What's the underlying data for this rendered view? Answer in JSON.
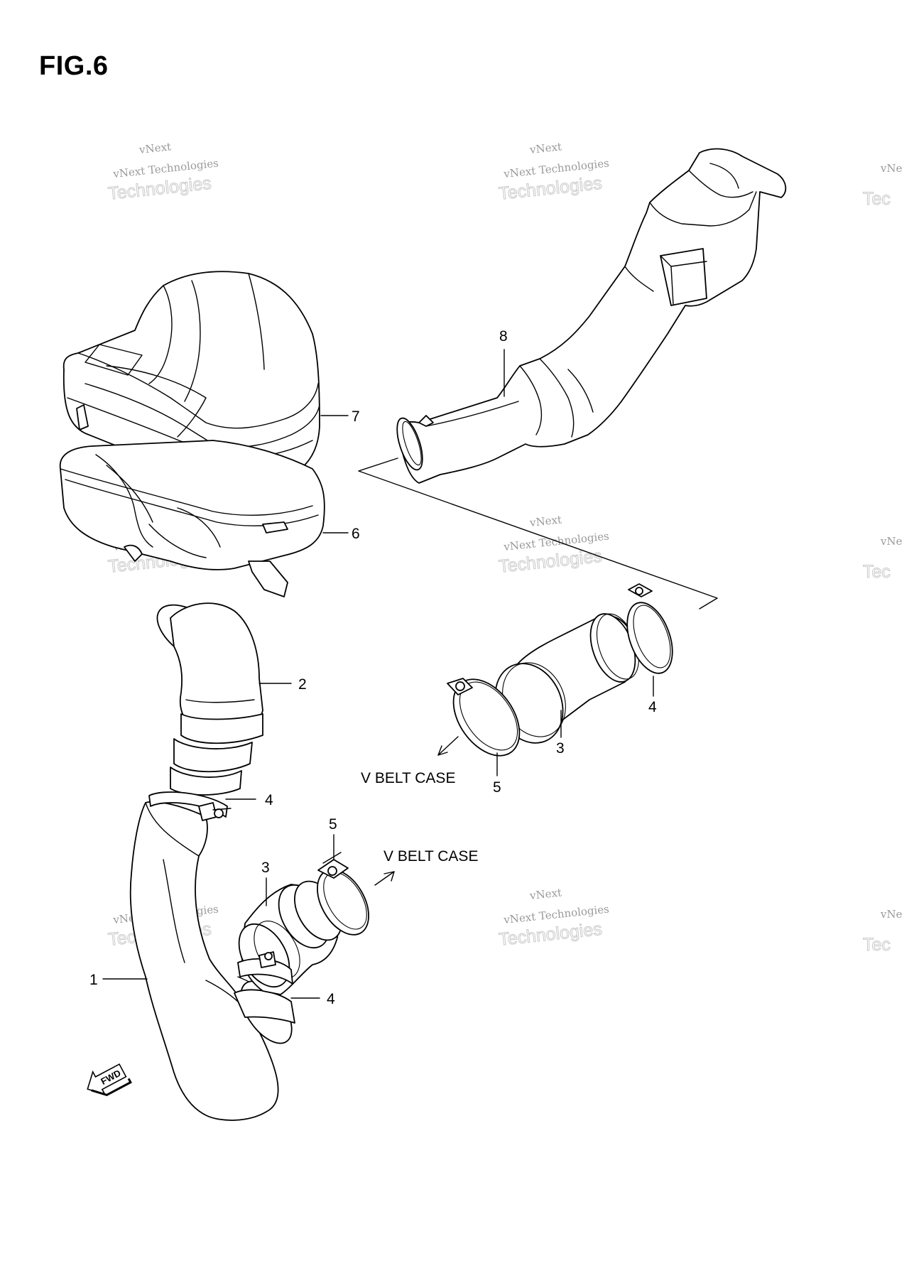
{
  "figure": {
    "title": "FIG.6"
  },
  "callouts": [
    {
      "id": "callout-1",
      "number": "1"
    },
    {
      "id": "callout-2",
      "number": "2"
    },
    {
      "id": "callout-3-lower",
      "number": "3"
    },
    {
      "id": "callout-3-upper",
      "number": "3"
    },
    {
      "id": "callout-4-lower",
      "number": "4"
    },
    {
      "id": "callout-4-middle",
      "number": "4"
    },
    {
      "id": "callout-4-upper",
      "number": "4"
    },
    {
      "id": "callout-5-lower",
      "number": "5"
    },
    {
      "id": "callout-5-upper",
      "number": "5"
    },
    {
      "id": "callout-6",
      "number": "6"
    },
    {
      "id": "callout-7",
      "number": "7"
    },
    {
      "id": "callout-8",
      "number": "8"
    }
  ],
  "destinations": {
    "upper": "V BELT CASE",
    "lower": "V BELT CASE"
  },
  "direction_marker": {
    "text": "FWD"
  },
  "watermark": {
    "line1": "vNext",
    "line2": "vNext Technologies",
    "line3": "Technologies",
    "partial1": "vNe",
    "partial2": "vNe",
    "partial3": "Tec"
  }
}
